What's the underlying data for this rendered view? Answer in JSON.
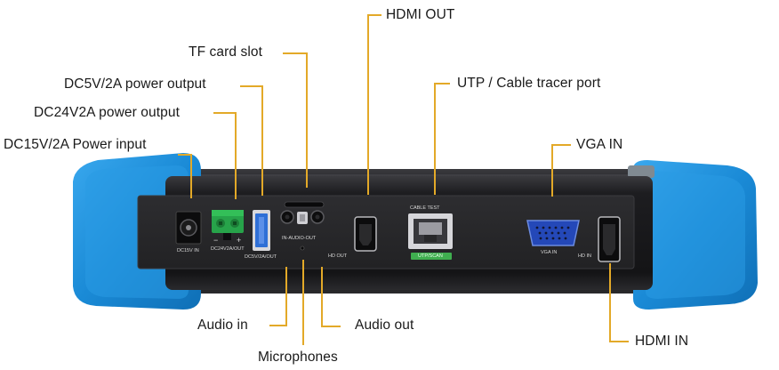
{
  "callouts": {
    "dc15v": "DC15V/2A Power input",
    "dc24v": "DC24V2A power output",
    "dc5v": "DC5V/2A power output",
    "tf": "TF card slot",
    "hdmi_out": "HDMI OUT",
    "utp": "UTP / Cable tracer port",
    "vga": "VGA IN",
    "audio_in": "Audio in",
    "microphones": "Microphones",
    "audio_out": "Audio out",
    "hdmi_in": "HDMI IN"
  },
  "panel_labels": {
    "dc15v_in": "DC15V IN",
    "dc24v_out": "DC24V2A/OUT",
    "dc5v_out": "DC5V/2A/OUT",
    "audio": "IN-AUDIO-OUT",
    "hd_out": "HD OUT",
    "cable_test": "CABLE TEST",
    "utp_scan": "UTP/SCAN",
    "vga_in": "VGA IN",
    "hd_in": "HD IN",
    "minus": "−",
    "plus": "+"
  },
  "colors": {
    "bumper": "#1e8fd8",
    "device_body": "#1b1b1d",
    "panel": "#2a2a2c",
    "leader_line": "#e3a928",
    "terminal_green": "#27a34a",
    "usb_blue": "#2f6fd6",
    "vga_blue": "#2448b8",
    "utp_badge": "#3fae4f"
  }
}
